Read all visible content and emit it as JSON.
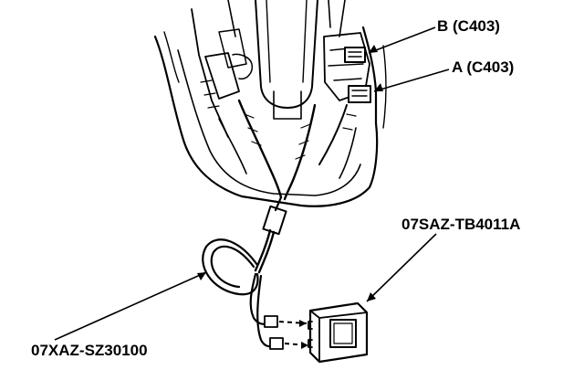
{
  "labels": {
    "connector_b": "B (C403)",
    "connector_a": "A (C403)",
    "test_unit_part": "07SAZ-TB4011A",
    "harness_part": "07XAZ-SZ30100"
  },
  "colors": {
    "ink": "#000000",
    "background": "#ffffff"
  }
}
